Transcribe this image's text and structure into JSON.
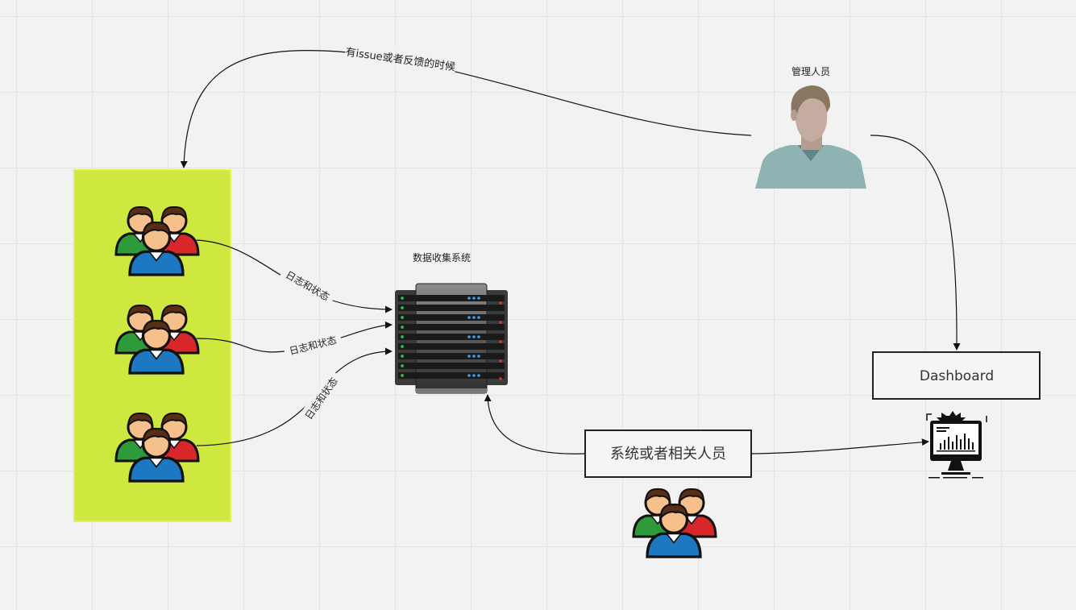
{
  "nodes": {
    "admin_label": "管理人员",
    "server_label": "数据收集系统",
    "dashboard_label": "Dashboard",
    "stakeholders_label": "系统或者相关人员"
  },
  "edges": {
    "feedback_label": "有issue或者反馈的时候",
    "log_label_1": "日志和状态",
    "log_label_2": "日志和状态",
    "log_label_3": "日志和状态"
  },
  "colors": {
    "user_panel": "#cfe83f",
    "user_panel_border": "#e3ee59",
    "admin_shirt": "#8fb3b3",
    "admin_skin": "#c4aca0",
    "admin_hair": "#8a7560",
    "person_blue": "#1d78c1",
    "person_green": "#2f9a3a",
    "person_red": "#d9262a",
    "person_skin": "#f6c08d",
    "person_hair": "#5a2e12"
  },
  "icons": {
    "user_group": "user-group-icon",
    "admin": "admin-person-icon",
    "server": "server-rack-icon",
    "monitor": "dashboard-monitor-icon"
  }
}
